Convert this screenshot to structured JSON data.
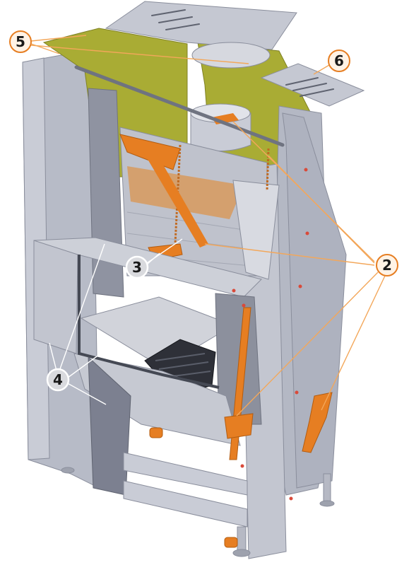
{
  "colors": {
    "steel_light": "#cbced8",
    "steel_mid": "#a9adbb",
    "steel_dark": "#8a8e9c",
    "insulation": "#a9ac34",
    "orange": "#e67e22",
    "leader": "#f3a75a",
    "callout_orange_fill": "#fff3e6",
    "callout_gray_fill": "#d9dade",
    "black": "#1a1a1a"
  },
  "callouts": [
    {
      "id": "5",
      "label": "5",
      "style": "orange"
    },
    {
      "id": "6",
      "label": "6",
      "style": "orange"
    },
    {
      "id": "2",
      "label": "2",
      "style": "orange"
    },
    {
      "id": "3",
      "label": "3",
      "style": "gray"
    },
    {
      "id": "4",
      "label": "4",
      "style": "gray"
    }
  ]
}
